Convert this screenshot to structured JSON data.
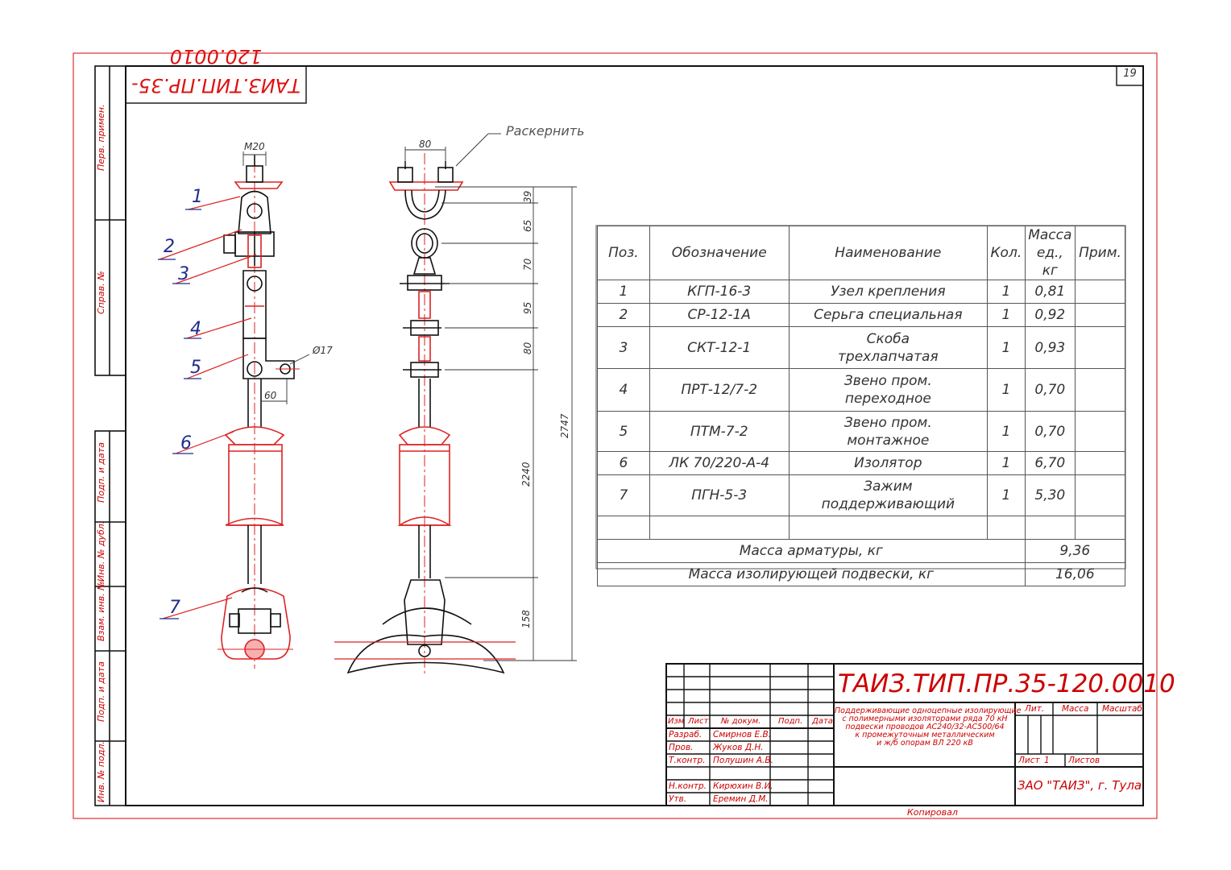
{
  "drawing_code": "ТАИЗ.ТИП.ПР.35-120.0010",
  "sheet_number": "19",
  "side_labels": [
    "Перв. примен.",
    "Справ. №",
    "Подп. и дата",
    "Инв. № дубл.",
    "Взам. инв. №",
    "Подп. и дата",
    "Инв. № подл."
  ],
  "callouts": [
    "1",
    "2",
    "3",
    "4",
    "5",
    "6",
    "7"
  ],
  "dimensions": {
    "m20": "М20",
    "d17": "Ø17",
    "w60": "60",
    "w80": "80",
    "raskernit": "Раскернить",
    "h39": "39",
    "h65": "65",
    "h70": "70",
    "h95": "95",
    "h80": "80",
    "h2240": "2240",
    "h158": "158",
    "h2747": "2747"
  },
  "spec_table": {
    "headers": {
      "pos": "Поз.",
      "designation": "Обозначение",
      "name": "Наименование",
      "qty": "Кол.",
      "mass": "Масса ед., кг",
      "note": "Прим."
    },
    "rows": [
      {
        "pos": "1",
        "designation": "КГП-16-3",
        "name": "Узел крепления",
        "qty": "1",
        "mass": "0,81"
      },
      {
        "pos": "2",
        "designation": "СР-12-1А",
        "name": "Серьга специальная",
        "qty": "1",
        "mass": "0,92"
      },
      {
        "pos": "3",
        "designation": "СКТ-12-1",
        "name": "Скоба трехлапчатая",
        "qty": "1",
        "mass": "0,93"
      },
      {
        "pos": "4",
        "designation": "ПРТ-12/7-2",
        "name": "Звено пром. переходное",
        "qty": "1",
        "mass": "0,70"
      },
      {
        "pos": "5",
        "designation": "ПТМ-7-2",
        "name": "Звено пром. монтажное",
        "qty": "1",
        "mass": "0,70"
      },
      {
        "pos": "6",
        "designation": "ЛК 70/220-А-4",
        "name": "Изолятор",
        "qty": "1",
        "mass": "6,70"
      },
      {
        "pos": "7",
        "designation": "ПГН-5-3",
        "name": "Зажим поддерживающий",
        "qty": "1",
        "mass": "5,30"
      }
    ],
    "totals": [
      {
        "label": "Масса арматуры, кг",
        "value": "9,36"
      },
      {
        "label": "Масса изолирующей подвески, кг",
        "value": "16,06"
      }
    ]
  },
  "title_block": {
    "code": "ТАИЗ.ТИП.ПР.35-120.0010",
    "description": [
      "Поддерживающие одноцепные изолирующие",
      "с полимерными изоляторами ряда 70 кН",
      "подвески проводов АС240/32-АС500/64",
      "к промежуточным металлическим",
      "и ж/б опорам ВЛ 220 кВ"
    ],
    "col_headers": {
      "izm": "Изм",
      "list": "Лист",
      "ndoc": "№ докум.",
      "podp": "Подп.",
      "data": "Дата"
    },
    "signatures": [
      {
        "role": "Разраб.",
        "name": "Смирнов Е.В."
      },
      {
        "role": "Пров.",
        "name": "Жуков Д.Н."
      },
      {
        "role": "Т.контр.",
        "name": "Полушин А.В."
      },
      {
        "role": "Н.контр.",
        "name": "Кирюхин В.И."
      },
      {
        "role": "Утв.",
        "name": "Еремин Д.М."
      }
    ],
    "lit": "Лит.",
    "massa": "Масса",
    "masshtab": "Масштаб",
    "sheet_label": "Лист",
    "sheet_value": "1",
    "sheets_label": "Листов",
    "company": "ЗАО \"ТАИЗ\", г. Тула"
  },
  "copied_label": "Копировал"
}
